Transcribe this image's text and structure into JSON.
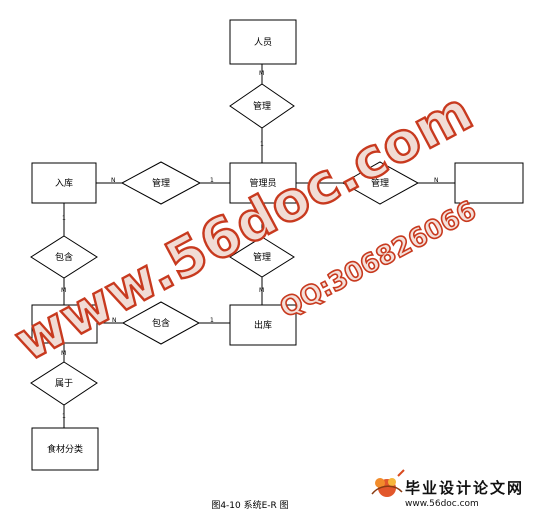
{
  "entities": {
    "personnel": "人员",
    "inbound": "入库",
    "admin": "管理员",
    "right_box": "",
    "mid_left_box": "",
    "outbound": "出库",
    "food_category": "食材分类"
  },
  "relationships": {
    "manage_top": "管理",
    "manage_left": "管理",
    "manage_right": "管理",
    "contain_left": "包含",
    "manage_mid": "管理",
    "contain_bottom": "包含",
    "belongs_to": "属于"
  },
  "cardinalities": {
    "personnel_m": "M",
    "manage_top_1": "1",
    "inbound_n": "N",
    "manage_left_1": "1",
    "manage_right_n": "N",
    "inbound_1": "1",
    "contain_left_m": "M",
    "manage_mid_m": "M",
    "mid_left_n": "N",
    "contain_bottom_1": "1",
    "mid_left_m": "M",
    "belongs_1": "1"
  },
  "caption": "图4-10 系统E-R 图",
  "watermark": {
    "site": "www.56doc.com",
    "qq": "QQ:306826066"
  },
  "logo": {
    "title": "毕业设计论文网",
    "url": "www.56doc.com"
  }
}
